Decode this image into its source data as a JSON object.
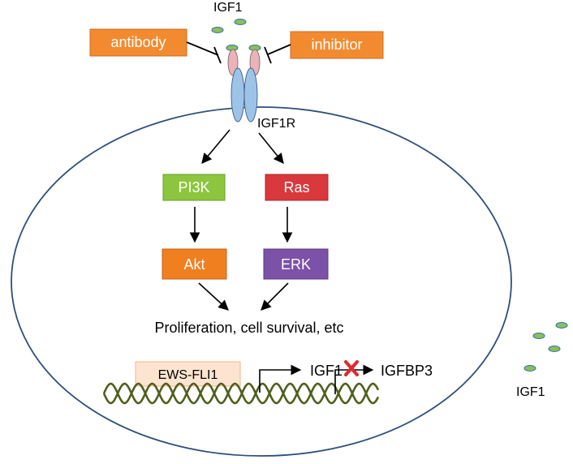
{
  "ligand": {
    "top_label": "IGF1",
    "outside_label": "IGF1",
    "color": "#8cbf5a",
    "stroke": "#2e6fa8"
  },
  "receptor": {
    "label": "IGF1R",
    "color": "#9dc3e6",
    "alpha_color": "#e8b4b8"
  },
  "blockers": {
    "antibody": {
      "label": "antibody",
      "fill": "#f28b30",
      "text_color": "#ffffff"
    },
    "inhibitor": {
      "label": "inhibitor",
      "fill": "#f28b30",
      "text_color": "#ffffff"
    }
  },
  "pathway": {
    "pi3k": {
      "label": "PI3K",
      "fill": "#8cc63f"
    },
    "ras": {
      "label": "Ras",
      "fill": "#d9393c"
    },
    "akt": {
      "label": "Akt",
      "fill": "#f07f1f"
    },
    "erk": {
      "label": "ERK",
      "fill": "#7b52a8"
    }
  },
  "outcome": {
    "label": "Proliferation, cell survival, etc"
  },
  "nucleus": {
    "ews_fli1": {
      "label": "EWS-FLI1",
      "fill": "#fde4d0",
      "stroke": "#f2b48a",
      "text_color": "#000000"
    },
    "igf1_gene": {
      "label": "IGF1"
    },
    "igfbp3_gene": {
      "label": "IGFBP3"
    },
    "block_mark_color": "#e0282e",
    "dna_color": "#4f5f1c"
  },
  "cell_outline_color": "#2f4f79"
}
